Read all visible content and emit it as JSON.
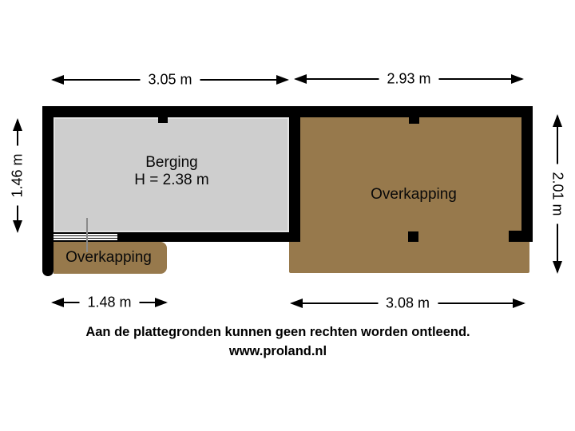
{
  "plan": {
    "berging": {
      "label": "Berging",
      "height_label": "H = 2.38 m"
    },
    "overkapping_right": {
      "label": "Overkapping"
    },
    "overkapping_left": {
      "label": "Overkapping"
    },
    "dimensions": {
      "top_left": "3.05 m",
      "top_right": "2.93 m",
      "left": "1.46 m",
      "right": "2.01 m",
      "bottom_left": "1.48 m",
      "bottom_right": "3.08 m"
    },
    "colors": {
      "wall": "#000000",
      "berging_fill": "#cecece",
      "overkapping_fill": "#97794c",
      "dim_label_bg": "#ffffff",
      "text": "#000000"
    }
  },
  "footer": {
    "disclaimer": "Aan de plattegronden kunnen geen rechten worden ontleend.",
    "website": "www.proland.nl"
  }
}
